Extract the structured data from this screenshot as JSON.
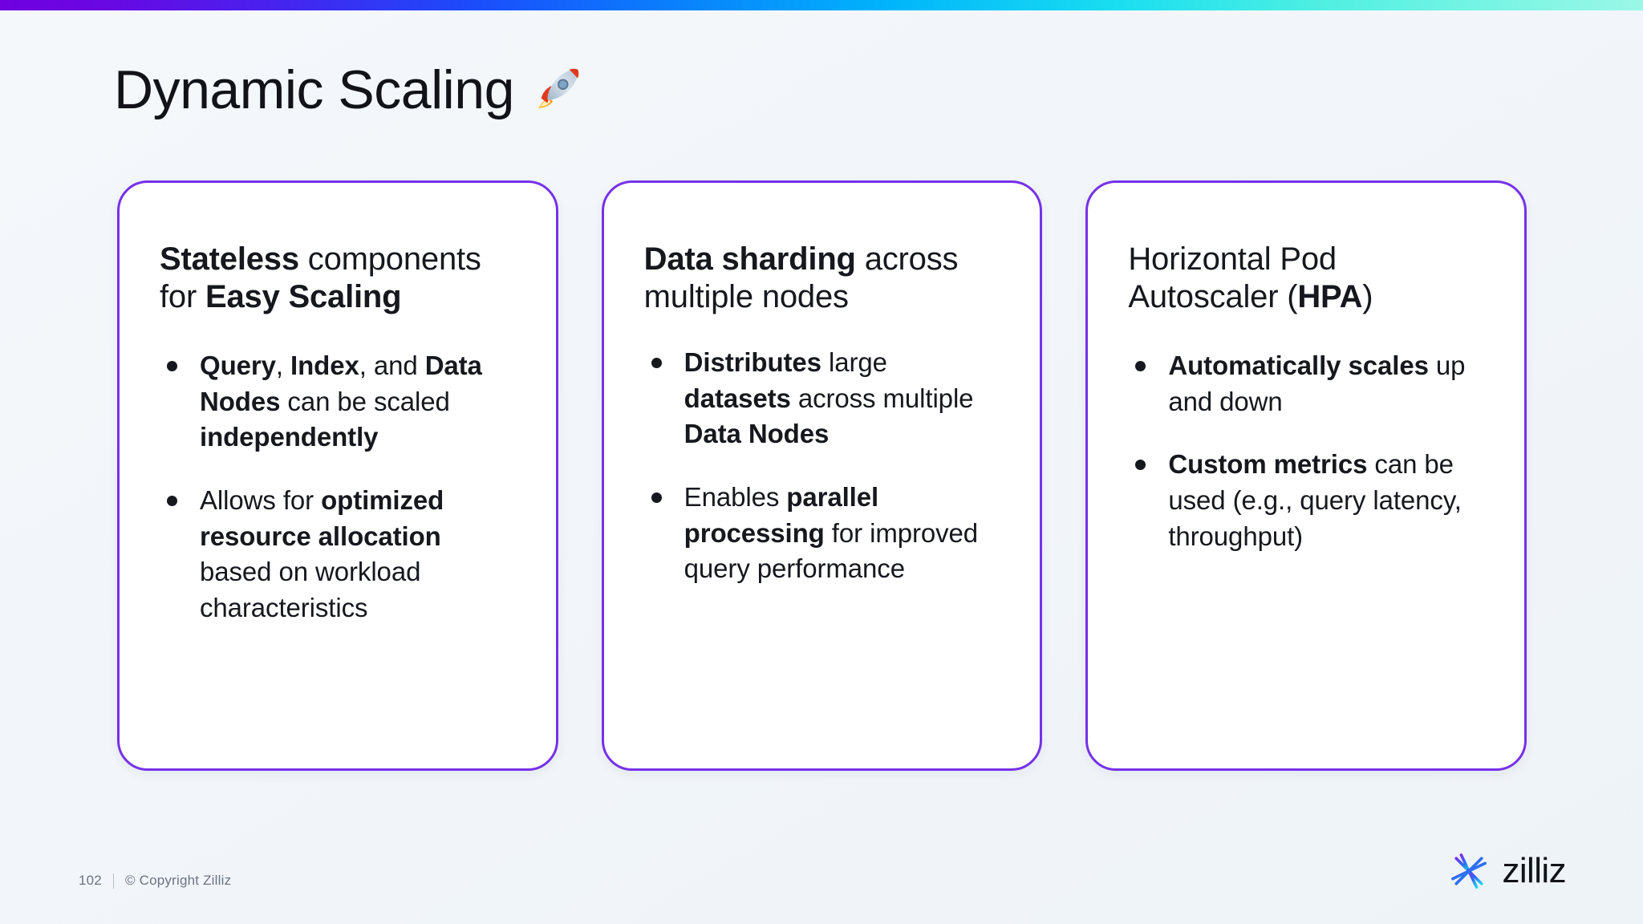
{
  "slide": {
    "title": "Dynamic Scaling",
    "title_emoji": "rocket-emoji",
    "accent_color": "#7631e8",
    "background_color": "#f2f6fa",
    "top_bar_colors": [
      "#7000e0",
      "#1d49fb",
      "#00b4fb",
      "#9bf7e6"
    ]
  },
  "cards": [
    {
      "heading_parts": [
        {
          "text": "Stateless",
          "bold": true
        },
        {
          "text": " components for ",
          "bold": false
        },
        {
          "text": "Easy Scaling",
          "bold": true
        }
      ],
      "heading_plain": "Stateless components for Easy Scaling",
      "bullets": [
        {
          "plain": "Query, Index, and Data Nodes can be scaled independently",
          "parts": [
            {
              "text": "Query",
              "bold": true
            },
            {
              "text": ", ",
              "bold": false
            },
            {
              "text": "Index",
              "bold": true
            },
            {
              "text": ", and ",
              "bold": false
            },
            {
              "text": "Data Nodes",
              "bold": true
            },
            {
              "text": " can be scaled ",
              "bold": false
            },
            {
              "text": "independently",
              "bold": true
            }
          ]
        },
        {
          "plain": "Allows for optimized resource allocation based on workload characteristics",
          "parts": [
            {
              "text": "Allows for ",
              "bold": false
            },
            {
              "text": "optimized resource allocation",
              "bold": true
            },
            {
              "text": " based on workload characteristics",
              "bold": false
            }
          ]
        }
      ]
    },
    {
      "heading_parts": [
        {
          "text": "Data sharding",
          "bold": true
        },
        {
          "text": " across multiple nodes",
          "bold": false
        }
      ],
      "heading_plain": "Data sharding across multiple nodes",
      "bullets": [
        {
          "plain": "Distributes large datasets across multiple Data Nodes",
          "parts": [
            {
              "text": "Distributes",
              "bold": true
            },
            {
              "text": " large ",
              "bold": false
            },
            {
              "text": "datasets",
              "bold": true
            },
            {
              "text": " across multiple ",
              "bold": false
            },
            {
              "text": "Data Nodes",
              "bold": true
            }
          ]
        },
        {
          "plain": "Enables parallel processing for improved query performance",
          "parts": [
            {
              "text": "Enables ",
              "bold": false
            },
            {
              "text": "parallel processing",
              "bold": true
            },
            {
              "text": " for improved query performance",
              "bold": false
            }
          ]
        }
      ]
    },
    {
      "heading_parts": [
        {
          "text": "Horizontal Pod Autoscaler (",
          "bold": false
        },
        {
          "text": "HPA",
          "bold": true
        },
        {
          "text": ")",
          "bold": false
        }
      ],
      "heading_plain": "Horizontal Pod Autoscaler (HPA)",
      "bullets": [
        {
          "plain": "Automatically scales up and down",
          "parts": [
            {
              "text": "Automatically scales",
              "bold": true
            },
            {
              "text": " up and down",
              "bold": false
            }
          ]
        },
        {
          "plain": "Custom metrics can be used (e.g., query latency, throughput)",
          "parts": [
            {
              "text": "Custom metrics",
              "bold": true
            },
            {
              "text": " can be used (e.g., query latency, throughput)",
              "bold": false
            }
          ]
        }
      ]
    }
  ],
  "footer": {
    "page_number": "102",
    "copyright": "© Copyright Zilliz"
  },
  "logo": {
    "wordmark": "zilliz",
    "mark": "zilliz-starburst-icon"
  }
}
